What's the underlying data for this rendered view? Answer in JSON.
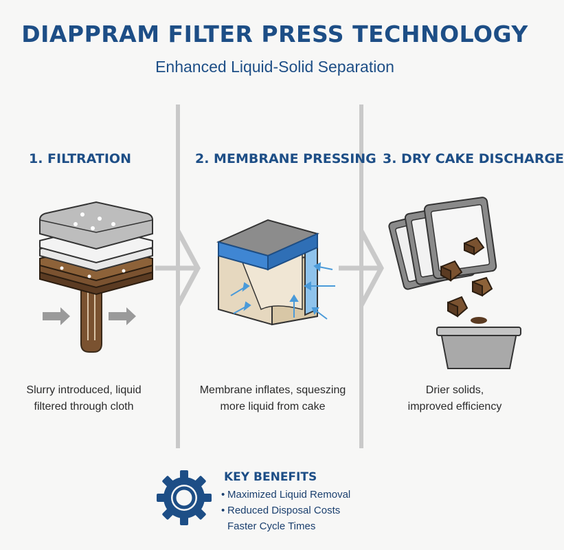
{
  "header": {
    "title": "DIAPPRAM FILTER PRESS TECHNOLOGY",
    "subtitle": "Enhanced Liquid-Solid Separation"
  },
  "steps": [
    {
      "title": "1. FILTRATION",
      "caption_lines": [
        "Slurry introduced, liquid",
        "filtered through cloth"
      ],
      "icon": "filter-plate-stack-icon"
    },
    {
      "title": "2. MEMBRANE PRESSING",
      "caption_lines": [
        "Membrane inflates, squeszing",
        "more liquid from cake"
      ],
      "icon": "membrane-press-icon"
    },
    {
      "title": "3. DRY CAKE DISCHARGE",
      "caption_lines": [
        "Drier solids,",
        "improved efficiency"
      ],
      "icon": "cake-discharge-icon"
    }
  ],
  "benefits": {
    "title": "KEY BENEFITS",
    "items": [
      {
        "bullet": "•",
        "text": "Maximized Liquid Removal"
      },
      {
        "bullet": "•",
        "text": "Reduced Disposal Costs"
      },
      {
        "bullet": "",
        "text": "Faster Cycle Times"
      }
    ],
    "icon": "gear-icon"
  },
  "colors": {
    "primary": "#1d4e86",
    "membrane": "#4a90d9",
    "cake": "#7a5230",
    "divider": "#c9c9c9"
  }
}
